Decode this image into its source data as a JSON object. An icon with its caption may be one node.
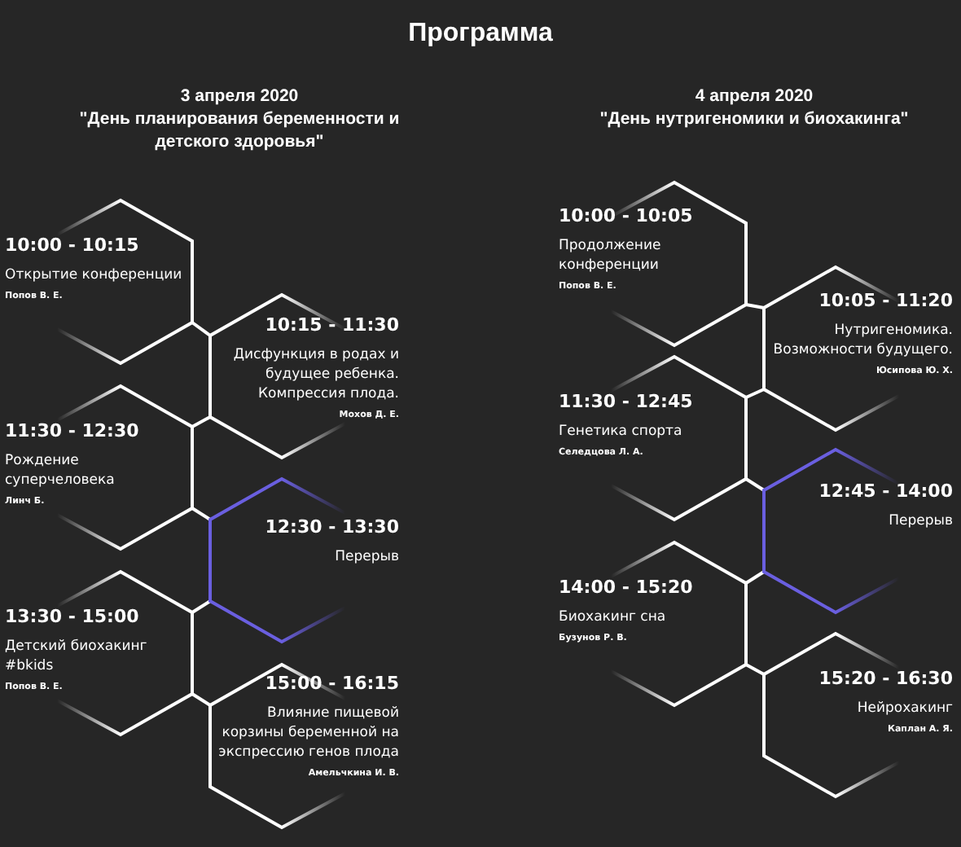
{
  "diagram": {
    "title": "Программа",
    "nodes": [
      {
        "text": [
          "10:00 - 10:15",
          "Открытие конференции",
          "Попов В. Е."
        ]
      },
      {
        "text": [
          "10:15 - 11:30",
          "Дисфункция в родах и будущее ребенка. Компрессия плода.",
          "Мохов Д. Е."
        ]
      },
      {
        "text": [
          "11:30 - 12:30",
          "Рождение суперчеловека",
          "Линч Б."
        ]
      },
      {
        "text": [
          "12:30 - 13:30",
          "Перерыв"
        ]
      },
      {
        "text": [
          "13:30 - 15:00",
          "Детский биохакинг #bkids",
          "Попов В. Е."
        ]
      },
      {
        "text": [
          "15:00 - 16:15",
          "Влияние пищевой корзины беременной на экспрессию генов плода",
          "Амельчкина И. В."
        ]
      },
      {
        "text": [
          "10:00 - 10:05",
          "Продолжение конференции",
          "Попов В. Е."
        ]
      },
      {
        "text": [
          "10:05 - 11:20",
          "Нутригеномика. Возможности будущего.",
          "Юсипова Ю. Х."
        ]
      },
      {
        "text": [
          "11:30 - 12:45",
          "Генетика спорта",
          "Селедцова Л. А."
        ]
      },
      {
        "text": [
          "12:45 - 14:00",
          "Перерыв"
        ]
      },
      {
        "text": [
          "14:00 - 15:20",
          "Биохакинг сна",
          "Бузунов Р. В."
        ]
      },
      {
        "text": [
          "15:20 - 16:30",
          "Нейрохакинг",
          "Каплан А. Я."
        ]
      }
    ],
    "labels": [
      "3 апреля 2020",
      "\"День планирования беременности и детского здоровья\"",
      "4 апреля 2020",
      "\"День нутригеномики и биохакинга\""
    ]
  }
}
